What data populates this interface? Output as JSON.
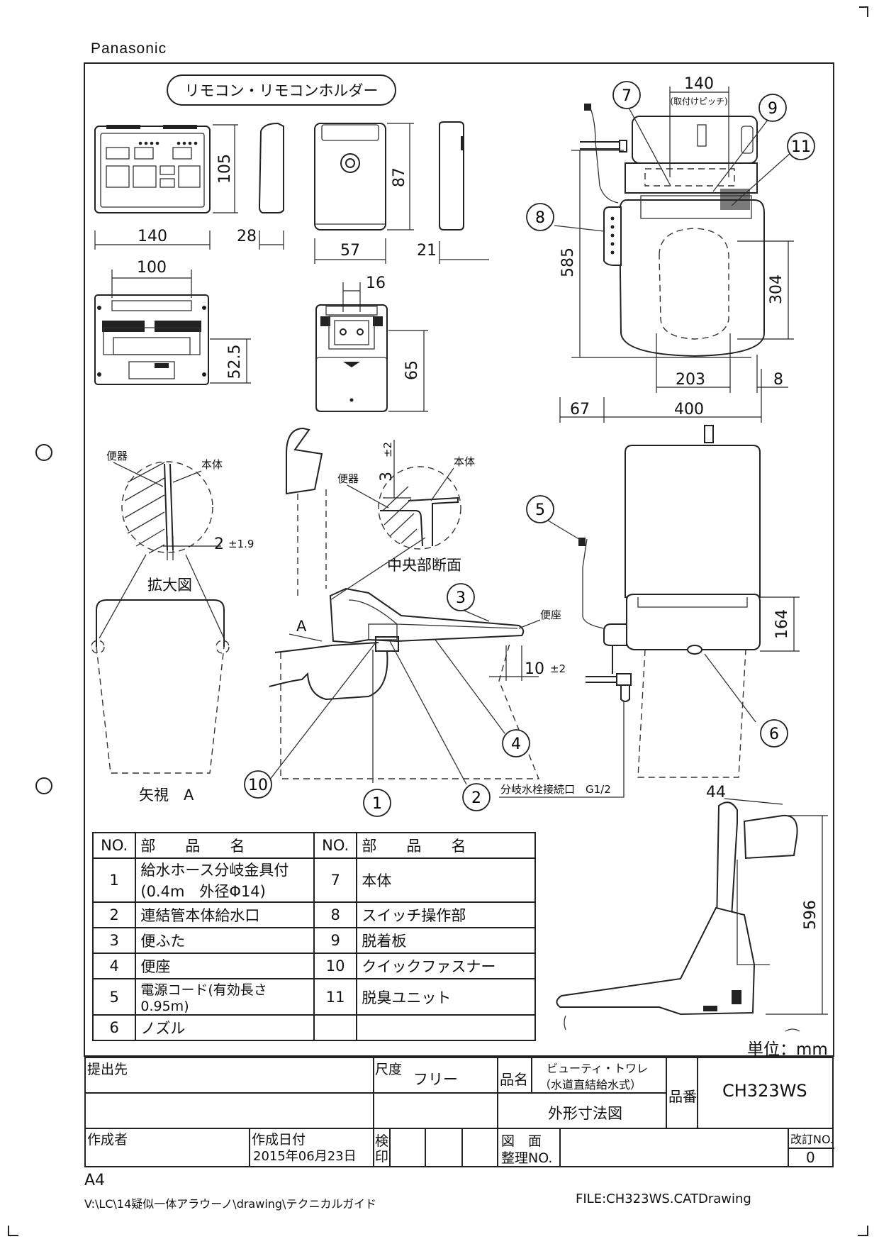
{
  "header": {
    "brand": "Panasonic"
  },
  "remote": {
    "title": "リモコン・リモコンホルダー",
    "dims": {
      "w140": "140",
      "h105": "105",
      "d28": "28",
      "h87": "87",
      "w57": "57",
      "d21": "21",
      "w100": "100",
      "w16": "16",
      "h52_5": "52.5",
      "h65": "65"
    }
  },
  "plan": {
    "dims": {
      "w140": "140",
      "pitch": "(取付けピッチ)",
      "h585": "585",
      "h304": "304",
      "w203": "203",
      "w8": "8",
      "w67": "67",
      "w400": "400"
    }
  },
  "callouts": [
    "1",
    "2",
    "3",
    "4",
    "5",
    "6",
    "7",
    "8",
    "9",
    "10",
    "11"
  ],
  "detail": {
    "toki": "便器",
    "hontai": "本体",
    "gap": "2",
    "gap_tol": "±1.9",
    "enlarged": "拡大図",
    "h3": "3",
    "h3_tol": "±2",
    "center_section": "中央部断面",
    "view_a": "矢視　A",
    "arrow_a": "A",
    "benza": "便座",
    "gap10": "10",
    "gap10_tol": "±2"
  },
  "front": {
    "h164": "164",
    "connection": "分岐水栓接続口　G1/2"
  },
  "side": {
    "d44": "44",
    "h596": "596"
  },
  "units": "単位：mm",
  "parts": {
    "headers": [
      "NO.",
      "部　　品　　名",
      "NO.",
      "部　　品　　名"
    ],
    "rows": [
      {
        "n1": "1",
        "p1a": "給水ホース分岐金具付",
        "p1b": "(0.4m　外径Φ14)",
        "n2": "7",
        "p2": "本体"
      },
      {
        "n1": "2",
        "p1a": "連結管本体給水口",
        "p1b": "",
        "n2": "8",
        "p2": "スイッチ操作部"
      },
      {
        "n1": "3",
        "p1a": "便ふた",
        "p1b": "",
        "n2": "9",
        "p2": "脱着板"
      },
      {
        "n1": "4",
        "p1a": "便座",
        "p1b": "",
        "n2": "10",
        "p2": "クイックファスナー"
      },
      {
        "n1": "5",
        "p1a": "電源コード(有効長さ0.95m)",
        "p1b": "",
        "n2": "11",
        "p2": "脱臭ユニット"
      },
      {
        "n1": "6",
        "p1a": "ノズル",
        "p1b": "",
        "n2": "",
        "p2": ""
      }
    ]
  },
  "titleblock": {
    "submit_to": "提出先",
    "scale_label": "尺度",
    "scale": "フリー",
    "product_label": "品名",
    "product_l1": "ビューティ・トワレ",
    "product_l2": "（水道直結給水式）",
    "drawing_title": "外形寸法図",
    "part_no_label": "品番",
    "part_no": "CH323WS",
    "creator_label": "作成者",
    "date_label": "作成日付",
    "date": "2015年06月23日",
    "check_l1": "検",
    "check_l2": "印",
    "fig_l1": "図　面",
    "fig_l2": "整理NO.",
    "rev_label": "改訂NO.",
    "rev": "0"
  },
  "footer": {
    "paper": "A4",
    "path": "V:\\LC\\14疑似一体アラウーノ\\drawing\\テクニカルガイド",
    "file": "FILE:CH323WS.CATDrawing"
  }
}
